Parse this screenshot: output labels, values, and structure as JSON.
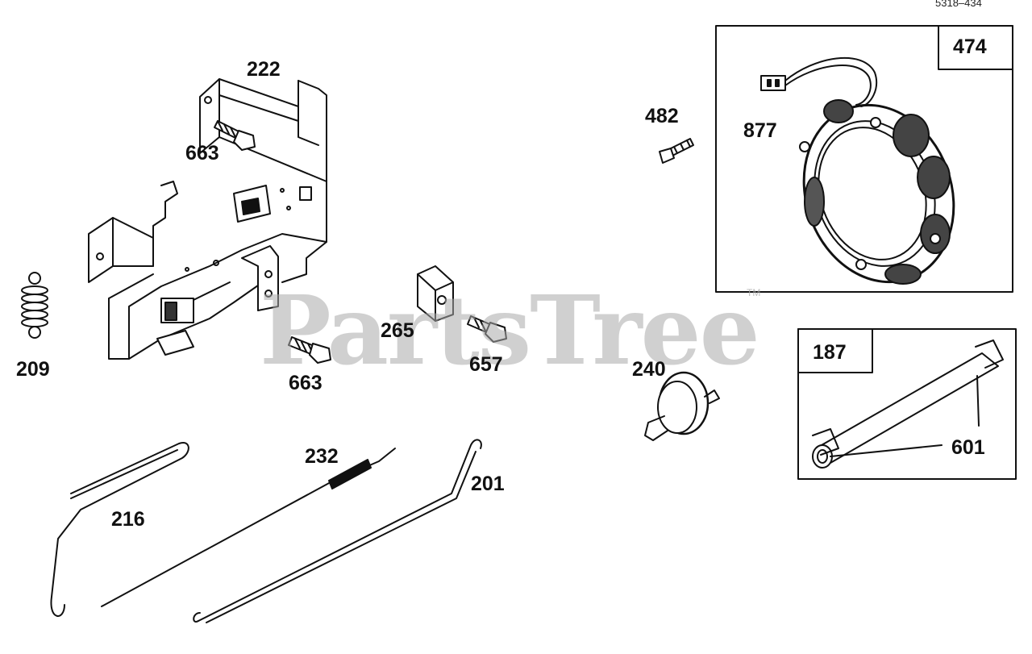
{
  "diagram": {
    "reference_code": "5318–434",
    "watermark": "PartsTree",
    "watermark_tm": "TM",
    "callouts": {
      "p222": "222",
      "p663a": "663",
      "p663b": "663",
      "p209": "209",
      "p265": "265",
      "p657": "657",
      "p482": "482",
      "p877": "877",
      "p474": "474",
      "p240": "240",
      "p187": "187",
      "p601": "601",
      "p232": "232",
      "p201": "201",
      "p216": "216"
    }
  }
}
